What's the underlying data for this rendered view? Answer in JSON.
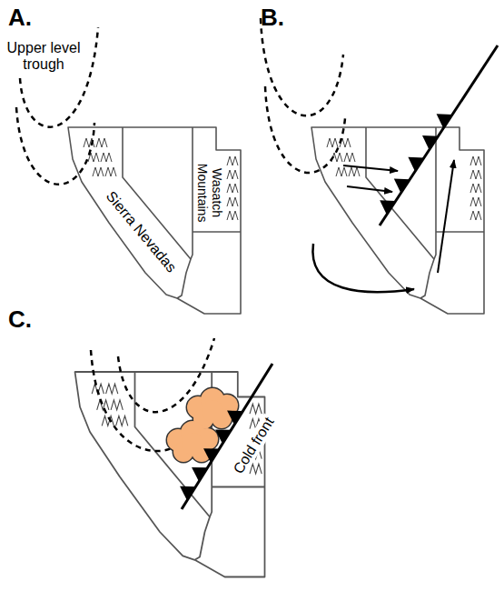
{
  "diagram": {
    "labels": [
      "A.",
      "Upper level trough",
      "Sierra Nevadas",
      "Wasatch Mountains",
      "B.",
      "C.",
      "Cold front"
    ]
  }
}
